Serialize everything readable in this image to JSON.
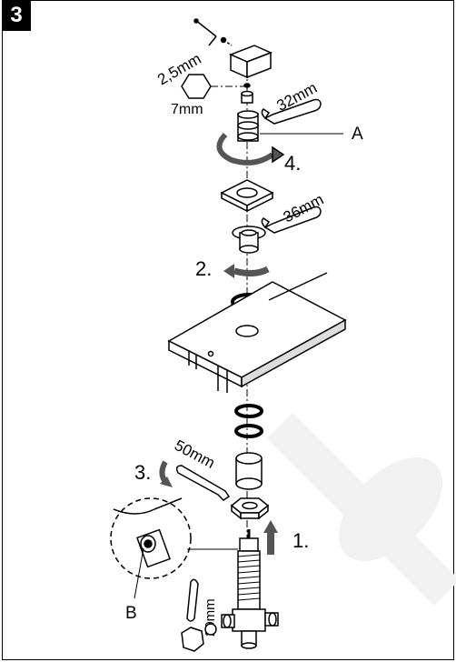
{
  "step_number": "3",
  "labels": {
    "allen_key": "2,5mm",
    "hex": "7mm",
    "wrench_32": "32mm",
    "wrench_36": "36mm",
    "wrench_50": "50mm",
    "wrench_29": "29mm",
    "part_a": "A",
    "part_b": "B",
    "step_1": "1.",
    "step_2": "2.",
    "step_3": "3.",
    "step_4": "4."
  },
  "watermark_color": "#f2f2f2"
}
